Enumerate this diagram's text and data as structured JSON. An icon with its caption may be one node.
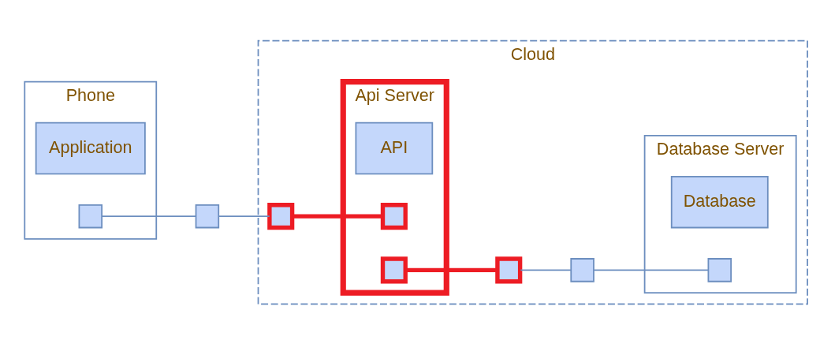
{
  "diagram": {
    "nodes": [
      {
        "text": [
          "Cloud"
        ]
      },
      {
        "text": [
          "Phone"
        ]
      },
      {
        "text": [
          "Application"
        ],
        "in": 1
      },
      {
        "text": [
          "Api Server"
        ],
        "in": 0
      },
      {
        "text": [
          "API"
        ],
        "in": 3
      },
      {
        "text": [
          "Database Server"
        ],
        "in": 0
      },
      {
        "text": [
          "Database"
        ],
        "in": 5
      },
      {
        "text": [],
        "shape": "box",
        "in": 1
      },
      {
        "text": [],
        "shape": "box"
      },
      {
        "text": [],
        "shape": "box",
        "in": 0
      },
      {
        "text": [],
        "shape": "box",
        "in": 3
      },
      {
        "text": [],
        "shape": "box",
        "in": 3
      },
      {
        "text": [],
        "shape": "box",
        "in": 0
      },
      {
        "text": [],
        "shape": "box",
        "in": 0
      },
      {
        "text": [],
        "shape": "box",
        "in": 5
      }
    ],
    "edges": [
      {
        "from": 7,
        "to": 8,
        "arrow": "none"
      },
      {
        "from": 8,
        "to": 9,
        "arrow": "none"
      },
      {
        "from": 9,
        "to": 10,
        "arrow": "none",
        "style": "thick",
        "color": "#ed1c24"
      },
      {
        "from": 11,
        "to": 12,
        "arrow": "none",
        "style": "thick",
        "color": "#ed1c24"
      },
      {
        "from": 12,
        "to": 13,
        "arrow": "none"
      },
      {
        "from": 13,
        "to": 14,
        "arrow": "none"
      }
    ]
  }
}
